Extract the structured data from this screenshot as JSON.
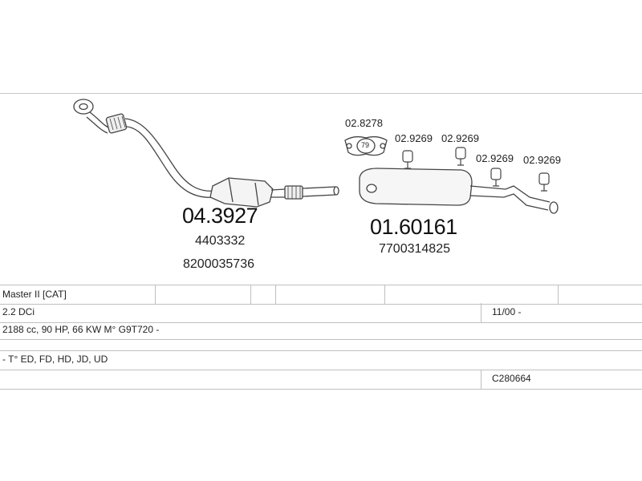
{
  "parts": {
    "catalyst": {
      "number": "04.3927",
      "oem": [
        "4403332",
        "8200035736"
      ]
    },
    "silencer": {
      "number": "01.60161",
      "oem": [
        "7700314825"
      ]
    },
    "gasket": {
      "number": "02.8278",
      "badge": "79"
    },
    "hangers": [
      "02.9269",
      "02.9269",
      "02.9269",
      "02.9269"
    ]
  },
  "table": {
    "model": "Master II [CAT]",
    "engine": "2.2 DCi",
    "date_range": "11/00 -",
    "spec": "2188 cc, 90 HP, 66 KW M° G9T720 -",
    "types": "- T° ED, FD, HD, JD, UD",
    "code": "C280664"
  }
}
